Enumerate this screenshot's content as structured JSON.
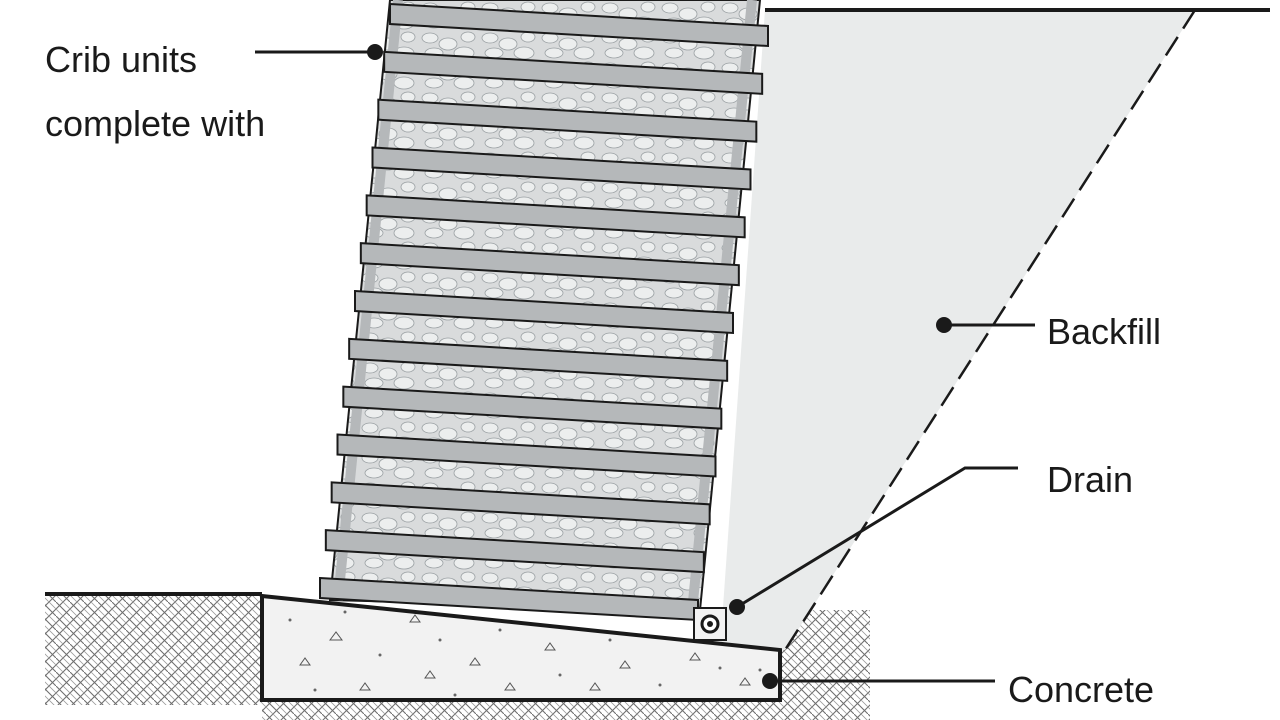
{
  "labels": {
    "crib_units_line1": "Crib units",
    "crib_units_line2": "complete with",
    "backfill": "Backfill",
    "drain": "Drain",
    "concrete": "Concrete"
  },
  "colors": {
    "outline": "#1a1a1a",
    "backfill_fill": "#e9ebeb",
    "crib_member": "#b5b8ba",
    "crib_infill": "#d9dbdc",
    "concrete_fill": "#f2f2f2",
    "soil_hatch": "#6f6f6f"
  },
  "crib_member_count": 13
}
